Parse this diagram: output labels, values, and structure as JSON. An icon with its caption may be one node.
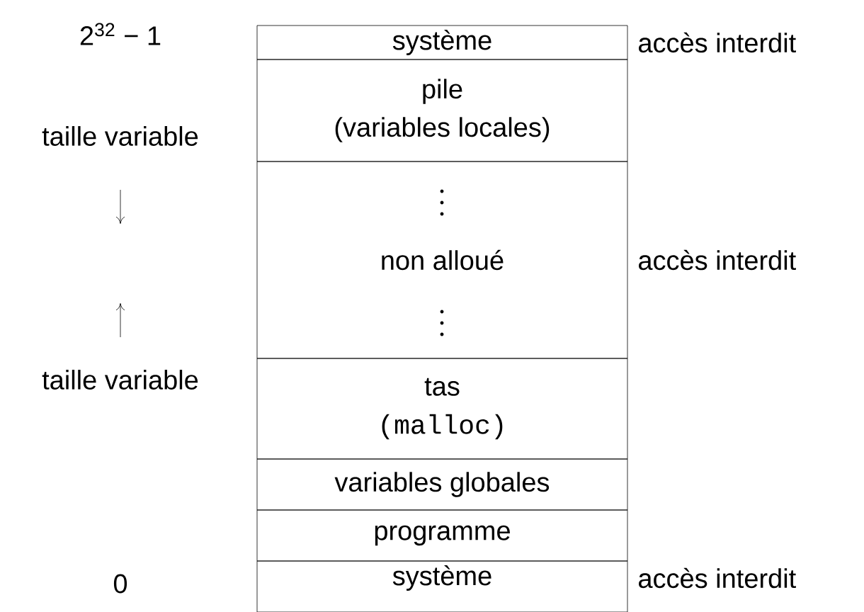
{
  "diagram": {
    "nodes": [
      {
        "text": [
          "système"
        ],
        "beside": [
          "accès interdit"
        ]
      },
      {
        "text": [
          "pile",
          "(variables locales)"
        ]
      },
      {
        "text": [
          "non alloué"
        ],
        "beside": [
          "accès interdit"
        ]
      },
      {
        "text": [
          "tas",
          "(malloc)"
        ]
      },
      {
        "text": [
          "variables globales"
        ]
      },
      {
        "text": [
          "programme"
        ]
      },
      {
        "text": [
          "système"
        ],
        "beside": [
          "accès interdit"
        ]
      }
    ],
    "labels": [
      "2$^{32}$ − 1",
      "taille variable",
      "taille variable",
      "0"
    ]
  }
}
